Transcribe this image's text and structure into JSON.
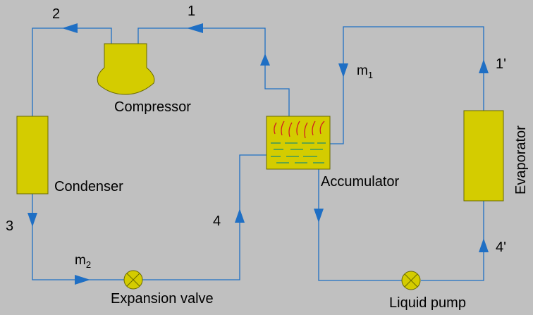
{
  "colors": {
    "background": "#c0c0c0",
    "pipe": "#1f6fc4",
    "component_fill": "#d4cc00",
    "component_stroke": "#6a6a00",
    "liquid_line": "#1f8f6f",
    "vapor_line": "#d02020"
  },
  "components": {
    "compressor": "Compressor",
    "condenser": "Condenser",
    "expansion_valve": "Expansion valve",
    "accumulator": "Accumulator",
    "liquid_pump": "Liquid pump",
    "evaporator": "Evaporator"
  },
  "state_points": {
    "p1": "1",
    "p2": "2",
    "p3": "3",
    "p4": "4",
    "p1_prime": "1'",
    "p4_prime": "4'"
  },
  "flows": {
    "m1_base": "m",
    "m1_sub": "1",
    "m2_base": "m",
    "m2_sub": "2"
  }
}
